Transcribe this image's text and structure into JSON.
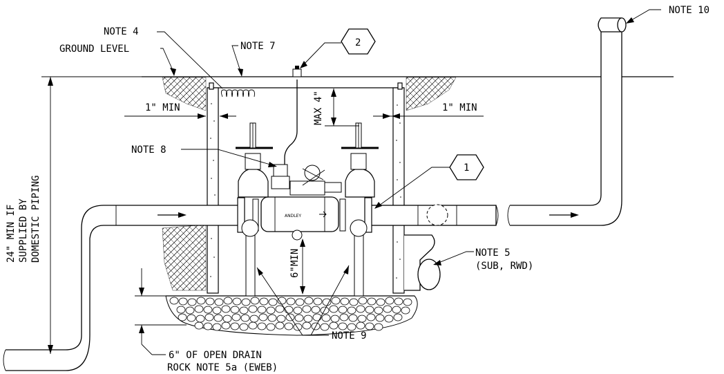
{
  "labels": {
    "note4": "NOTE 4",
    "ground_level": "GROUND LEVEL",
    "note7": "NOTE 7",
    "callout2": "2",
    "note10": "NOTE 10",
    "min1_left": "1\" MIN",
    "max4_a": "4\"",
    "max4_b": "MAX",
    "min1_right": "1\" MIN",
    "note8": "NOTE 8",
    "callout1": "1",
    "vertical_1": "24\" MIN IF",
    "vertical_2": "SUPPLIED BY",
    "vertical_3": "DOMESTIC PIPING",
    "min6_a": "6\"",
    "min6_b": "MIN",
    "note5": "NOTE 5",
    "note5_sub": "(SUB, RWD)",
    "note9": "NOTE 9",
    "drain_1": "6\" OF OPEN DRAIN",
    "drain_2": "ROCK NOTE 5a (EWEB)",
    "valve_brand": "ANDLEY"
  },
  "colors": {
    "line": "#000000",
    "background": "#ffffff"
  }
}
